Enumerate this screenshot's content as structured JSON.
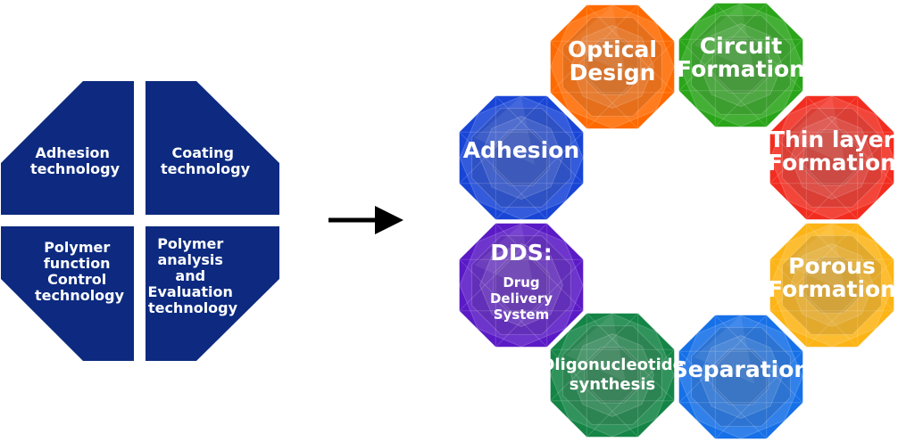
{
  "left_panel": {
    "fill": "#0d2a80",
    "quadrants": [
      {
        "id": "tl",
        "lines": [
          "Adhesion",
          "technology"
        ]
      },
      {
        "id": "tr",
        "lines": [
          "Coating",
          "technology"
        ]
      },
      {
        "id": "bl",
        "lines": [
          "Polymer",
          "function",
          "Control",
          "technology"
        ]
      },
      {
        "id": "br",
        "lines": [
          "Polymer",
          "analysis",
          "and",
          "Evaluation",
          "technology"
        ]
      }
    ]
  },
  "arrow": {
    "color": "#000000",
    "icon": "right-arrow-icon"
  },
  "octagons": [
    {
      "id": "optical-design",
      "color": "#ff6a00",
      "lines": [
        "Optical",
        "Design"
      ]
    },
    {
      "id": "circuit-formation",
      "color": "#2aa51a",
      "lines": [
        "Circuit",
        "Formation"
      ]
    },
    {
      "id": "thin-layer-formation",
      "color": "#f22d20",
      "lines": [
        "Thin layer",
        "Formation"
      ]
    },
    {
      "id": "porous-formation",
      "color": "#fcb416",
      "lines": [
        "Porous",
        "Formation"
      ]
    },
    {
      "id": "separation",
      "color": "#1670e8",
      "lines": [
        "Separation"
      ]
    },
    {
      "id": "oligonucleotide-synthesis",
      "color": "#148546",
      "lines": [
        "Oligonucleotide",
        "synthesis"
      ]
    },
    {
      "id": "dds",
      "color": "#5a1ac6",
      "title": "DDS:",
      "lines": [
        "Drug",
        "Delivery",
        "System"
      ]
    },
    {
      "id": "adhesion",
      "color": "#1845d6",
      "lines": [
        "Adhesion"
      ]
    }
  ]
}
